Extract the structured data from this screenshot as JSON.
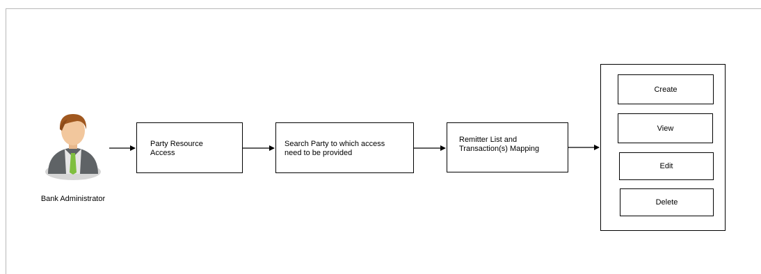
{
  "actor": {
    "label": "Bank Administrator",
    "icon": "user-avatar-icon"
  },
  "steps": [
    {
      "line1": "Party Resource",
      "line2": "Access"
    },
    {
      "line1": "Search Party to which access",
      "line2": "need to be provided"
    },
    {
      "line1": "Remitter List and",
      "line2": "Transaction(s) Mapping"
    }
  ],
  "actions": [
    "Create",
    "View",
    "Edit",
    "Delete"
  ]
}
